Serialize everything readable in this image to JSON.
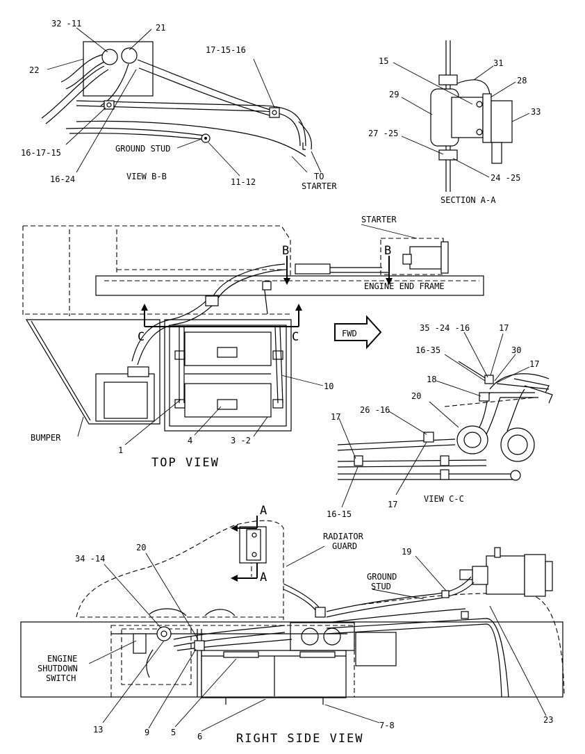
{
  "views": {
    "view_bb": "VIEW B-B",
    "section_aa": "SECTION A-A",
    "top_view": "TOP VIEW",
    "view_cc": "VIEW C-C",
    "right_side_view": "RIGHT SIDE VIEW"
  },
  "notes": {
    "ground_stud_1": "GROUND STUD",
    "to": "TO",
    "starter_lower": "STARTER",
    "starter_upper": "STARTER",
    "engine_end_frame": "ENGINE END FRAME",
    "fwd": "FWD",
    "bumper": "BUMPER",
    "radiator": "RADIATOR",
    "guard": "GUARD",
    "ground": "GROUND",
    "stud": "STUD",
    "engine": "ENGINE",
    "shutdown": "SHUTDOWN",
    "switch": "SWITCH"
  },
  "section_markers": {
    "b1": "B",
    "b2": "B",
    "c1": "C",
    "c2": "C",
    "a1": "A",
    "a2": "A"
  },
  "callouts": {
    "c32_11": "32 -11",
    "c21": "21",
    "c22": "22",
    "c17_15_16": "17-15-16",
    "c16_17_15": "16-17-15",
    "c16_24": "16-24",
    "c11_12": "11-12",
    "c15": "15",
    "c31": "31",
    "c28": "28",
    "c29": "29",
    "c33": "33",
    "c27_25": "27 -25",
    "c24_25": "24 -25",
    "c35_24_16": "35 -24 -16",
    "c17a": "17",
    "c16_35": "16-35",
    "c30": "30",
    "c17b": "17",
    "c18": "18",
    "c20a": "20",
    "c10": "10",
    "c26_16": "26 -16",
    "c17c": "17",
    "c1": "1",
    "c4": "4",
    "c3_2": "3 -2",
    "c16_15": "16-15",
    "c17d": "17",
    "c20b": "20",
    "c19": "19",
    "c34_14": "34 -14",
    "c13": "13",
    "c9": "9",
    "c5": "5",
    "c6": "6",
    "c7_8": "7-8",
    "c23": "23"
  }
}
